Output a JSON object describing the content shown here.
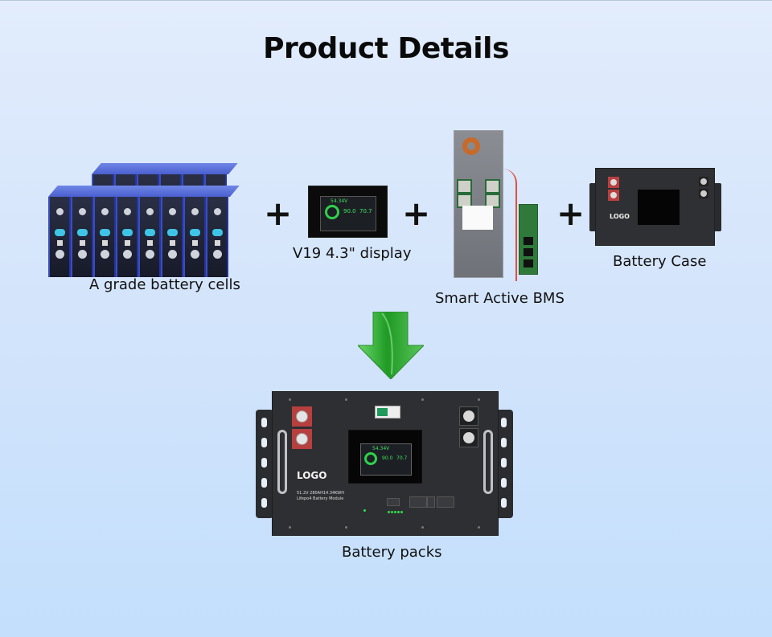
{
  "page": {
    "title": "Product Details"
  },
  "components": [
    {
      "id": "cells",
      "label": "A grade battery cells"
    },
    {
      "id": "display",
      "label": "V19   4.3\" display"
    },
    {
      "id": "bms",
      "label": "Smart Active BMS"
    },
    {
      "id": "case",
      "label": "Battery Case"
    }
  ],
  "operators": {
    "plus": "+",
    "arrow": "down-arrow-icon"
  },
  "result": {
    "label": "Battery packs",
    "logo_text": "LOGO",
    "spec_line1": "51.2V 280AH14.34KWH",
    "spec_line2": "Lifepo4 Battery Module"
  },
  "case_logo": "LOGO",
  "colors": {
    "background_top": "#e2ecfc",
    "background_bottom": "#c3dffc",
    "arrow_green": "#3cb83c",
    "cell_blue": "#4a5fcf",
    "terminal_red": "#b9403f",
    "display_green": "#2fd04a"
  }
}
